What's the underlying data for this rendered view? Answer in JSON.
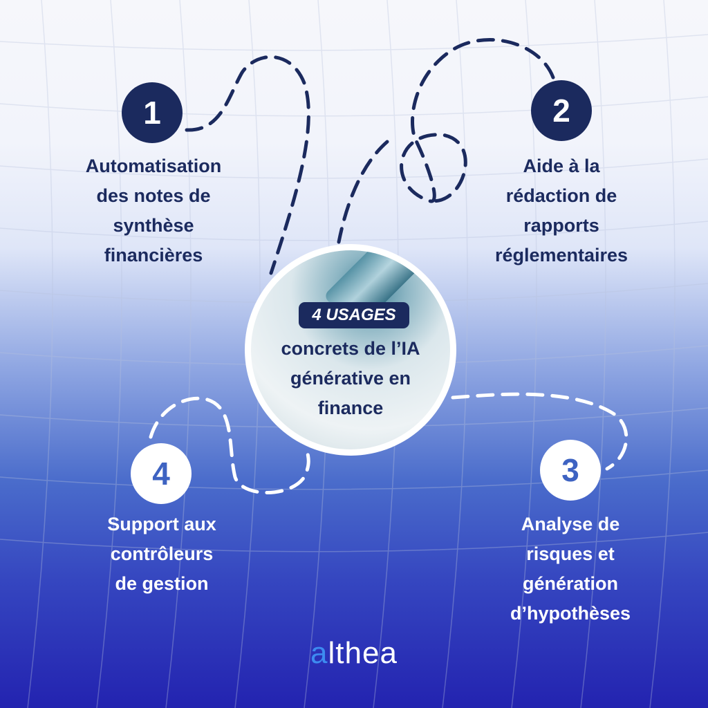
{
  "center": {
    "badge": "4 USAGES",
    "lines": [
      "concrets de l’IA",
      "générative en",
      "finance"
    ]
  },
  "items": [
    {
      "number": "1",
      "lines": [
        "Automatisation",
        "des notes de",
        "synthèse",
        "financières"
      ]
    },
    {
      "number": "2",
      "lines": [
        "Aide à la",
        "rédaction de",
        "rapports",
        "réglementaires"
      ]
    },
    {
      "number": "3",
      "lines": [
        "Analyse de",
        "risques et",
        "génération",
        "d’hypothèses"
      ]
    },
    {
      "number": "4",
      "lines": [
        "Support aux",
        "contrôleurs",
        "de gestion"
      ]
    }
  ],
  "logo": {
    "accent": "a",
    "rest": "lthea"
  },
  "colors": {
    "navy": "#1b2a5e",
    "accent_blue": "#3d8bf0",
    "bottom_blue": "#2323b0"
  }
}
